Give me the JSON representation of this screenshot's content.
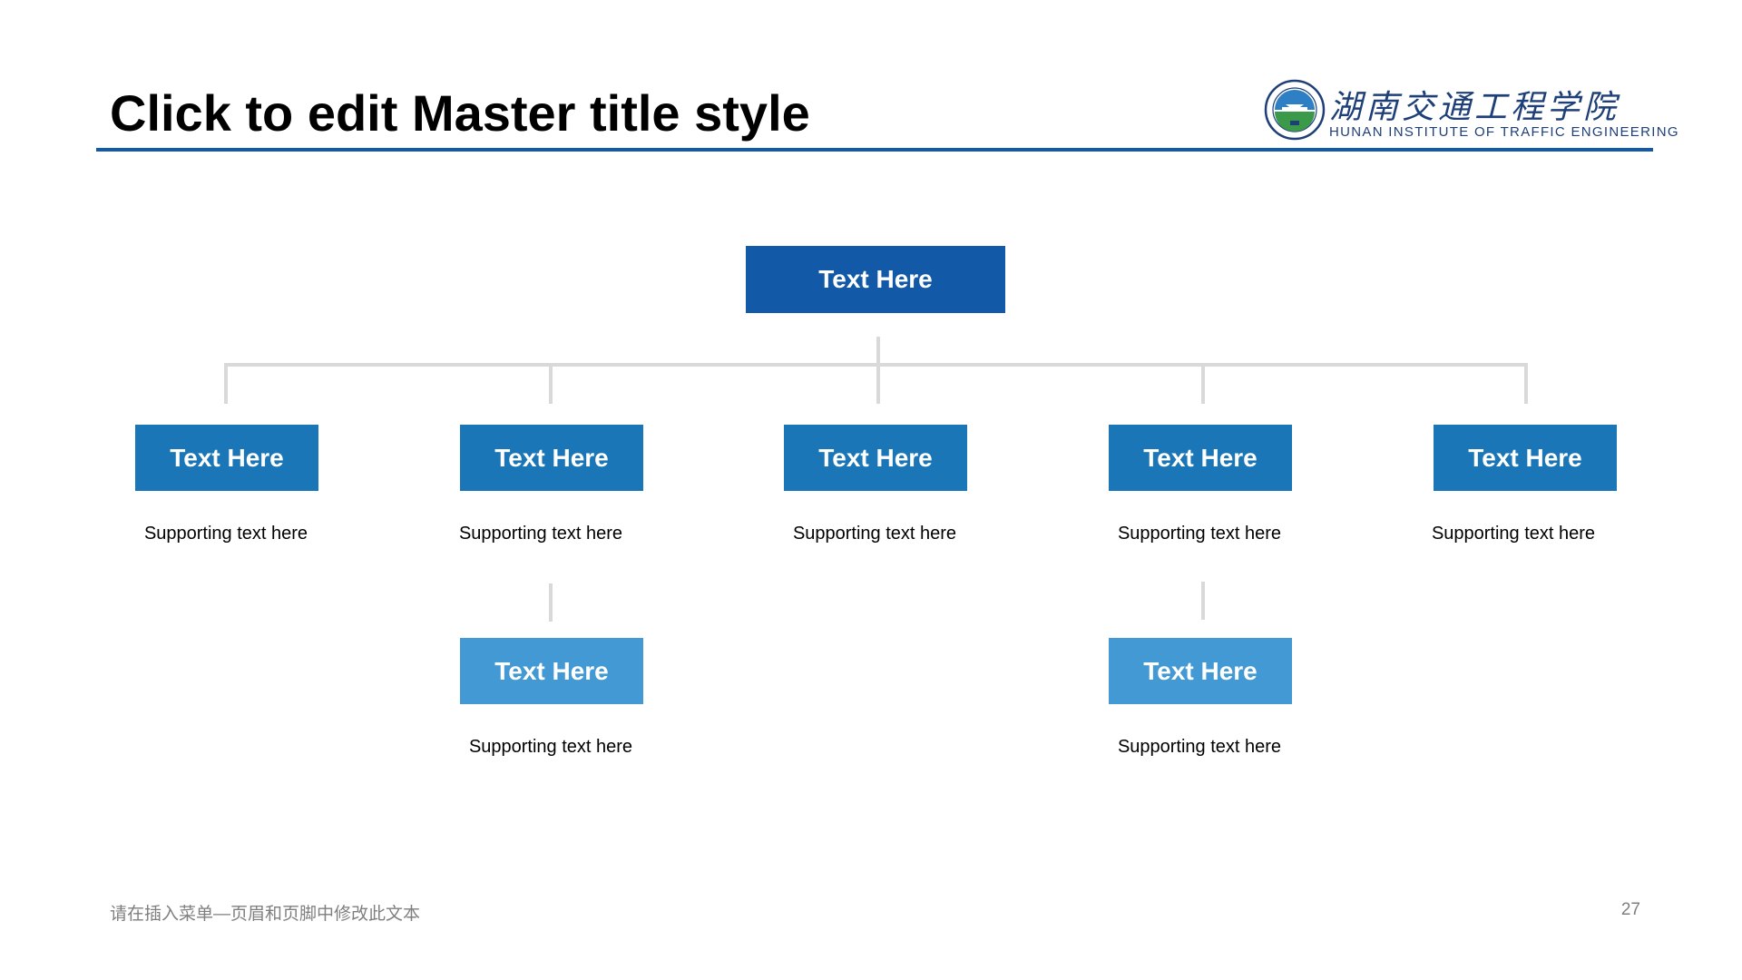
{
  "slide": {
    "title": "Click to edit Master title style",
    "footer": "请在插入菜单—页眉和页脚中修改此文本",
    "page_number": "27"
  },
  "logo": {
    "name_cn": "湖南交通工程学院",
    "name_en": "HUNAN INSTITUTE OF TRAFFIC ENGINEERING"
  },
  "colors": {
    "title_rule": "#1259a8",
    "top_box": "#1259a8",
    "level1_box": "#1a76b6",
    "level2_box": "#4299d4",
    "connector": "#d9d9d9"
  },
  "org_chart": {
    "root": {
      "label": "Text Here"
    },
    "level1": [
      {
        "label": "Text Here",
        "support": "Supporting text here"
      },
      {
        "label": "Text Here",
        "support": "Supporting text here"
      },
      {
        "label": "Text Here",
        "support": "Supporting text here"
      },
      {
        "label": "Text Here",
        "support": "Supporting text here"
      },
      {
        "label": "Text Here",
        "support": "Supporting text here"
      }
    ],
    "level2": [
      {
        "label": "Text Here",
        "support": "Supporting text here"
      },
      {
        "label": "Text Here",
        "support": "Supporting text here"
      }
    ]
  }
}
